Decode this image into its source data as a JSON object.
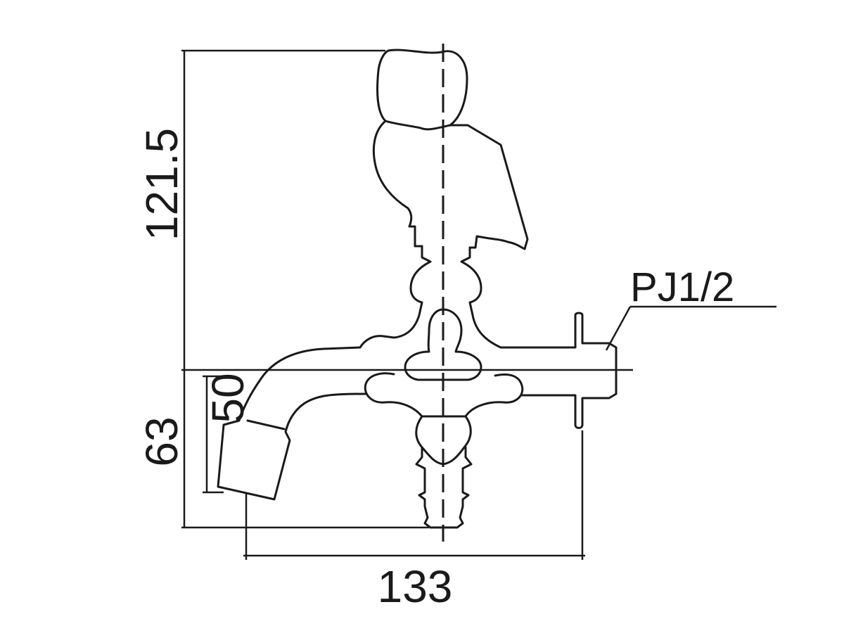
{
  "dimensions": {
    "overall_height": "121.5",
    "lower_height": "63",
    "spout_drop": "50",
    "spout_reach": "133"
  },
  "labels": {
    "thread": "PJ1/2"
  },
  "colors": {
    "ink": "#1a1a1a",
    "background": "#ffffff"
  }
}
